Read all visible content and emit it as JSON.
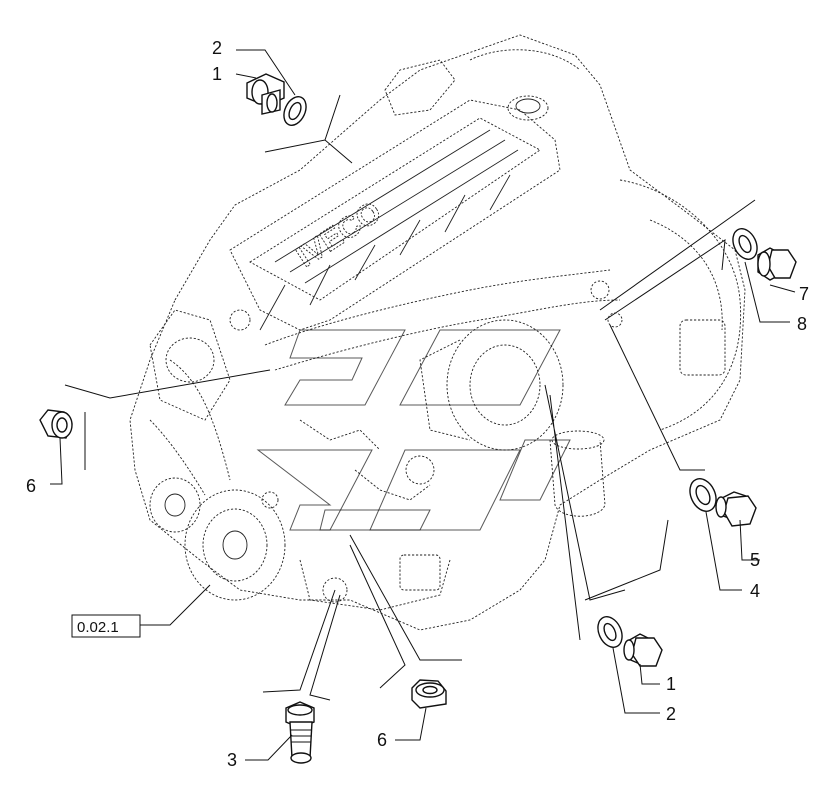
{
  "callouts": [
    {
      "id": "c-2-top",
      "text": "2"
    },
    {
      "id": "c-1-top",
      "text": "1"
    },
    {
      "id": "c-7",
      "text": "7"
    },
    {
      "id": "c-8",
      "text": "8"
    },
    {
      "id": "c-6-left",
      "text": "6"
    },
    {
      "id": "c-5",
      "text": "5"
    },
    {
      "id": "c-4",
      "text": "4"
    },
    {
      "id": "c-1-bottom",
      "text": "1"
    },
    {
      "id": "c-2-bottom",
      "text": "2"
    },
    {
      "id": "c-6-bottom",
      "text": "6"
    },
    {
      "id": "c-3",
      "text": "3"
    }
  ],
  "reference": {
    "text": "0.02.1"
  },
  "engine": {
    "valve_cover_lettering": "IVECO"
  }
}
